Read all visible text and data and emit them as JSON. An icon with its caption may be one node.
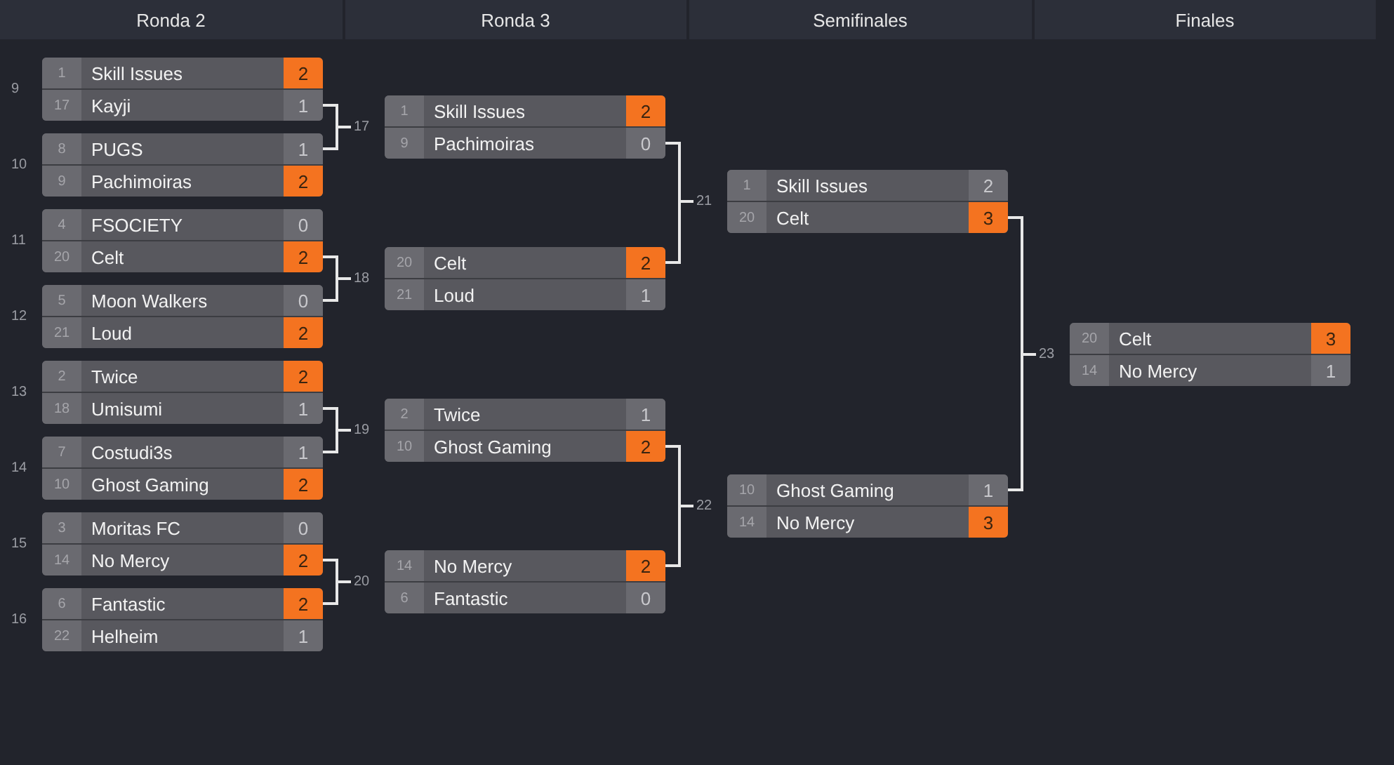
{
  "diagram": {
    "nodes": [
      {
        "text": [],
        "shape": "box",
        "beside": [
          "9"
        ]
      },
      {
        "text": [
          "1",
          "Skill Issues",
          "2"
        ],
        "in": 0
      },
      {
        "text": [
          "17",
          "Kayji",
          "1"
        ],
        "in": 0
      },
      {
        "text": [],
        "shape": "box",
        "beside": [
          "10"
        ]
      },
      {
        "text": [
          "8",
          "PUGS",
          "1"
        ],
        "in": 3
      },
      {
        "text": [
          "9",
          "Pachimoiras",
          "2"
        ],
        "in": 3
      },
      {
        "text": [],
        "shape": "box",
        "beside": [
          "11"
        ]
      },
      {
        "text": [
          "4",
          "FSOCIETY",
          "0"
        ],
        "in": 6
      },
      {
        "text": [
          "20",
          "Celt",
          "2"
        ],
        "in": 6
      },
      {
        "text": [],
        "shape": "box",
        "beside": [
          "12"
        ]
      },
      {
        "text": [
          "5",
          "Moon Walkers",
          "0"
        ],
        "in": 9
      },
      {
        "text": [
          "21",
          "Loud",
          "2"
        ],
        "in": 9
      },
      {
        "text": [],
        "shape": "box",
        "beside": [
          "13"
        ]
      },
      {
        "text": [
          "2",
          "Twice",
          "2"
        ],
        "in": 12
      },
      {
        "text": [
          "18",
          "Umisumi",
          "1"
        ],
        "in": 12
      },
      {
        "text": [],
        "shape": "box",
        "beside": [
          "14"
        ]
      },
      {
        "text": [
          "7",
          "Costudi3s",
          "1"
        ],
        "in": 15
      },
      {
        "text": [
          "10",
          "Ghost Gaming",
          "2"
        ],
        "in": 15
      },
      {
        "text": [],
        "shape": "box",
        "beside": [
          "15"
        ]
      },
      {
        "text": [
          "3",
          "Moritas FC",
          "0"
        ],
        "in": 18
      },
      {
        "text": [
          "14",
          "No Mercy",
          "2"
        ],
        "in": 18
      },
      {
        "text": [],
        "shape": "box",
        "beside": [
          "16"
        ]
      },
      {
        "text": [
          "6",
          "Fantastic",
          "2"
        ],
        "in": 21
      },
      {
        "text": [
          "22",
          "Helheim",
          "1"
        ],
        "in": 21
      },
      {
        "text": [],
        "shape": "box",
        "beside": [
          "17"
        ]
      },
      {
        "text": [
          "1",
          "Skill Issues",
          "2"
        ],
        "in": 24
      },
      {
        "text": [
          "9",
          "Pachimoiras",
          "0"
        ],
        "in": 24
      },
      {
        "text": [],
        "shape": "box",
        "beside": [
          "18"
        ]
      },
      {
        "text": [
          "20",
          "Celt",
          "2"
        ],
        "in": 27
      },
      {
        "text": [
          "21",
          "Loud",
          "1"
        ],
        "in": 27
      },
      {
        "text": [],
        "shape": "box",
        "beside": [
          "19"
        ]
      },
      {
        "text": [
          "2",
          "Twice",
          "1"
        ],
        "in": 30
      },
      {
        "text": [
          "10",
          "Ghost Gaming",
          "2"
        ],
        "in": 30
      },
      {
        "text": [],
        "shape": "box",
        "beside": [
          "20"
        ]
      },
      {
        "text": [
          "14",
          "No Mercy",
          "2"
        ],
        "in": 33
      },
      {
        "text": [
          "6",
          "Fantastic",
          "0"
        ],
        "in": 33
      },
      {
        "text": [],
        "shape": "box",
        "beside": [
          "21"
        ]
      },
      {
        "text": [
          "1",
          "Skill Issues",
          "2"
        ],
        "in": 36
      },
      {
        "text": [
          "20",
          "Celt",
          "3"
        ],
        "in": 36
      },
      {
        "text": [],
        "shape": "box",
        "beside": [
          "22"
        ]
      },
      {
        "text": [
          "10",
          "Ghost Gaming",
          "1"
        ],
        "in": 39
      },
      {
        "text": [
          "14",
          "No Mercy",
          "3"
        ],
        "in": 39
      },
      {
        "text": [],
        "shape": "box",
        "beside": [
          "23"
        ]
      },
      {
        "text": [
          "20",
          "Celt",
          "3"
        ],
        "in": 42
      },
      {
        "text": [
          "14",
          "No Mercy",
          "1"
        ],
        "in": 42
      }
    ],
    "edges": [
      {
        "from": 0,
        "to": 24,
        "arrow": "none"
      },
      {
        "from": 3,
        "to": 24,
        "arrow": "none"
      },
      {
        "from": 6,
        "to": 27,
        "arrow": "none"
      },
      {
        "from": 9,
        "to": 27,
        "arrow": "none"
      },
      {
        "from": 12,
        "to": 30,
        "arrow": "none"
      },
      {
        "from": 15,
        "to": 30,
        "arrow": "none"
      },
      {
        "from": 18,
        "to": 33,
        "arrow": "none"
      },
      {
        "from": 21,
        "to": 33,
        "arrow": "none"
      },
      {
        "from": 24,
        "to": 36,
        "arrow": "none"
      },
      {
        "from": 27,
        "to": 36,
        "arrow": "none"
      },
      {
        "from": 30,
        "to": 39,
        "arrow": "none"
      },
      {
        "from": 33,
        "to": 39,
        "arrow": "none"
      },
      {
        "from": 36,
        "to": 42,
        "arrow": "none"
      },
      {
        "from": 39,
        "to": 42,
        "arrow": "none"
      }
    ],
    "labels": [
      "Ronda 2",
      "Ronda 3",
      "Semifinales",
      "Finales"
    ]
  }
}
